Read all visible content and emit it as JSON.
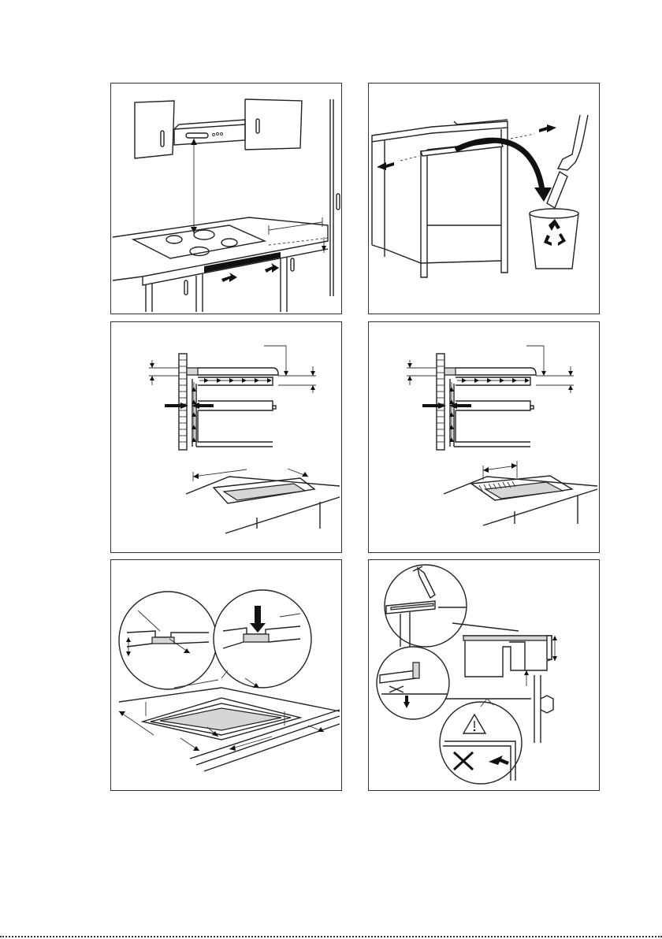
{
  "figures": [
    {
      "id": "fig-1",
      "subject": "cooker-hood-clearance-above-hob"
    },
    {
      "id": "fig-2",
      "subject": "remove-cabinet-rail-and-discard"
    },
    {
      "id": "fig-3",
      "subject": "ventilation-airflow-cutout-front"
    },
    {
      "id": "fig-4",
      "subject": "ventilation-airflow-cutout-rear"
    },
    {
      "id": "fig-5",
      "subject": "fit-seal-around-hob-frame"
    },
    {
      "id": "fig-6",
      "subject": "sealant-application-and-warning"
    }
  ],
  "icons": {
    "recycle": "recycle-icon",
    "warning": "warning-triangle-icon",
    "prohibited": "cross-mark-icon"
  },
  "colors": {
    "stroke": "#222222",
    "hatch_fill": "#d6d6d6",
    "arrow_fill": "#111111"
  }
}
